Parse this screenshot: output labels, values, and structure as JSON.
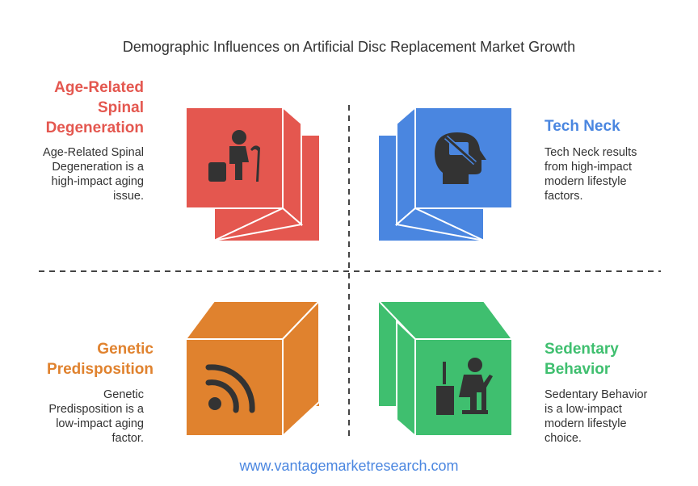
{
  "title": "Demographic Influences on Artificial Disc Replacement Market Growth",
  "quadrants": [
    {
      "heading": [
        "Age-Related",
        "Spinal",
        "Degeneration"
      ],
      "description": [
        "Age-Related Spinal",
        "Degeneration is a",
        "high-impact aging",
        "issue."
      ],
      "color": "#e4574f",
      "icon": "elderly-person-with-cane-icon"
    },
    {
      "heading": [
        "Tech Neck"
      ],
      "description": [
        "Tech Neck results",
        "from high-impact",
        "modern lifestyle",
        "factors."
      ],
      "color": "#4a86e0",
      "icon": "head-phone-crossed-icon"
    },
    {
      "heading": [
        "Genetic",
        "Predisposition"
      ],
      "description": [
        "Genetic",
        "Predisposition is a",
        "low-impact aging",
        "factor."
      ],
      "color": "#e0822e",
      "icon": "signal-waves-icon"
    },
    {
      "heading": [
        "Sedentary",
        "Behavior"
      ],
      "description": [
        "Sedentary Behavior",
        "is a low-impact",
        "modern lifestyle",
        "choice."
      ],
      "color": "#3fbf6f",
      "icon": "person-at-desk-icon"
    }
  ],
  "footer": "www.vantagemarketresearch.com",
  "footer_color": "#4a86e0"
}
